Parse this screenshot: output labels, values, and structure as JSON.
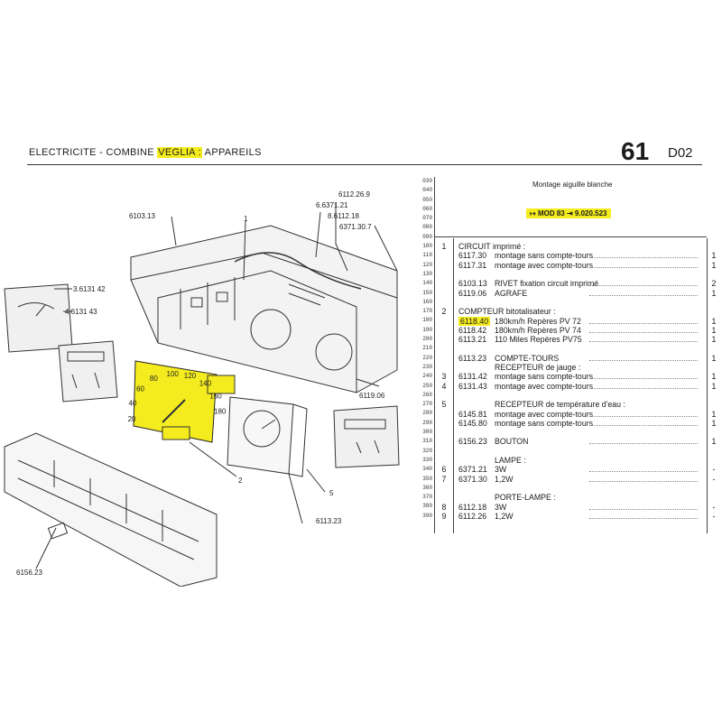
{
  "header": {
    "title_prefix": "ELECTRICITE - COMBINE ",
    "title_highlight": "VEGLIA :",
    "title_suffix": " APPAREILS",
    "section_number": "61",
    "section_code": "D02"
  },
  "notes": {
    "montage": "Montage aiguille blanche",
    "mod": "MOD 83",
    "mod_serial": "9.020.523"
  },
  "row_numbers": [
    "030",
    "040",
    "050",
    "060",
    "070",
    "080",
    "090",
    "100",
    "110",
    "120",
    "130",
    "140",
    "150",
    "160",
    "170",
    "180",
    "190",
    "200",
    "210",
    "220",
    "230",
    "240",
    "250",
    "260",
    "270",
    "280",
    "290",
    "300",
    "310",
    "320",
    "330",
    "340",
    "350",
    "360",
    "370",
    "380",
    "390"
  ],
  "items": [
    {
      "ref": "1",
      "code": "",
      "desc": "CIRCUIT imprimé :",
      "qty": "",
      "head": true,
      "row": 7
    },
    {
      "ref": "",
      "code": "6117.30",
      "desc": "montage sans compte-tours",
      "qty": "1",
      "row": 8
    },
    {
      "ref": "",
      "code": "6117.31",
      "desc": "montage avec compte-tours",
      "qty": "1",
      "row": 9
    },
    {
      "ref": "",
      "code": "6103.13",
      "desc": "RIVET fixation circuit imprimé",
      "qty": "2",
      "row": 11
    },
    {
      "ref": "",
      "code": "6119.06",
      "desc": "AGRAFE",
      "qty": "1",
      "row": 12
    },
    {
      "ref": "2",
      "code": "",
      "desc": "COMPTEUR bitotalisateur :",
      "qty": "",
      "head": true,
      "row": 14
    },
    {
      "ref": "",
      "code": "6118.40",
      "desc": "180km/h Repères PV 72",
      "qty": "1",
      "row": 15,
      "highlight": true
    },
    {
      "ref": "",
      "code": "6118.42",
      "desc": "180km/h Repères PV 74",
      "qty": "1",
      "row": 16
    },
    {
      "ref": "",
      "code": "6113.21",
      "desc": "110 Miles Repères PV75",
      "qty": "1",
      "row": 17
    },
    {
      "ref": "",
      "code": "6113.23",
      "desc": "COMPTE-TOURS",
      "qty": "1",
      "row": 19
    },
    {
      "ref": "",
      "code": "",
      "desc": "RECEPTEUR de jauge :",
      "qty": "",
      "head": true,
      "row": 20,
      "indent": true
    },
    {
      "ref": "3",
      "code": "6131.42",
      "desc": "montage sans compte-tours",
      "qty": "1",
      "row": 21
    },
    {
      "ref": "4",
      "code": "6131.43",
      "desc": "montage avec compte-tours",
      "qty": "1",
      "row": 22
    },
    {
      "ref": "5",
      "code": "",
      "desc": "RECEPTEUR de température d'eau :",
      "qty": "",
      "head": true,
      "row": 24,
      "indent": true
    },
    {
      "ref": "",
      "code": "6145.81",
      "desc": "montage avec compte-tours",
      "qty": "1",
      "row": 25
    },
    {
      "ref": "",
      "code": "6145.80",
      "desc": "montage sans compte-tours",
      "qty": "1",
      "row": 26
    },
    {
      "ref": "",
      "code": "6156.23",
      "desc": "BOUTON",
      "qty": "1",
      "row": 28
    },
    {
      "ref": "",
      "code": "",
      "desc": "LAMPE :",
      "qty": "",
      "head": true,
      "row": 30,
      "indent": true
    },
    {
      "ref": "6",
      "code": "6371.21",
      "desc": "3W",
      "qty": "-",
      "row": 31
    },
    {
      "ref": "7",
      "code": "6371.30",
      "desc": "1,2W",
      "qty": "-",
      "row": 32
    },
    {
      "ref": "",
      "code": "",
      "desc": "PORTE-LAMPE :",
      "qty": "",
      "head": true,
      "row": 34,
      "indent": true
    },
    {
      "ref": "8",
      "code": "6112.18",
      "desc": "3W",
      "qty": "-",
      "row": 35
    },
    {
      "ref": "9",
      "code": "6112.26",
      "desc": "1,2W",
      "qty": "-",
      "row": 36
    }
  ],
  "callouts": {
    "c1": "6112.26.9",
    "c2": "6.6371.21",
    "c3": "8.6112.18",
    "c4": "6371.30.7",
    "c5": "6103.13",
    "c6": "3.6131 42",
    "c7": "4.6131 43",
    "c8": "1",
    "c9": "6119.06",
    "c10": "2",
    "c11": "5",
    "c12": "6113.23",
    "c13": "6156.23"
  },
  "speedo_labels": [
    "20",
    "40",
    "60",
    "80",
    "100",
    "120",
    "140",
    "160",
    "180"
  ],
  "colors": {
    "highlight": "#f4ec1e",
    "ink": "#1c1c1c"
  }
}
